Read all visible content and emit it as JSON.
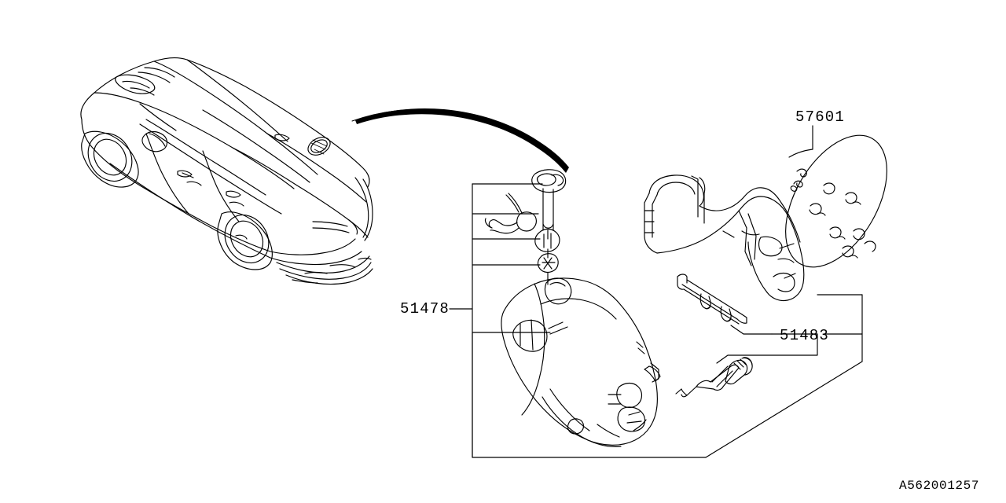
{
  "diagram": {
    "document_id": "A562001257",
    "vehicle_illustration": "sedan-rear-three-quarter-line-drawing",
    "callouts": [
      {
        "id": "51478",
        "label": "51478",
        "description": "molded cover / shroud assembly with bolt and clip stack"
      },
      {
        "id": "51483",
        "label": "51483",
        "description": "clip rail strip and bolt"
      },
      {
        "id": "57601",
        "label": "57601",
        "description": "oval textured mat / pad"
      }
    ]
  },
  "labels": {
    "part_51478": "51478",
    "part_51483": "51483",
    "part_57601": "57601",
    "document_id": "A562001257"
  }
}
